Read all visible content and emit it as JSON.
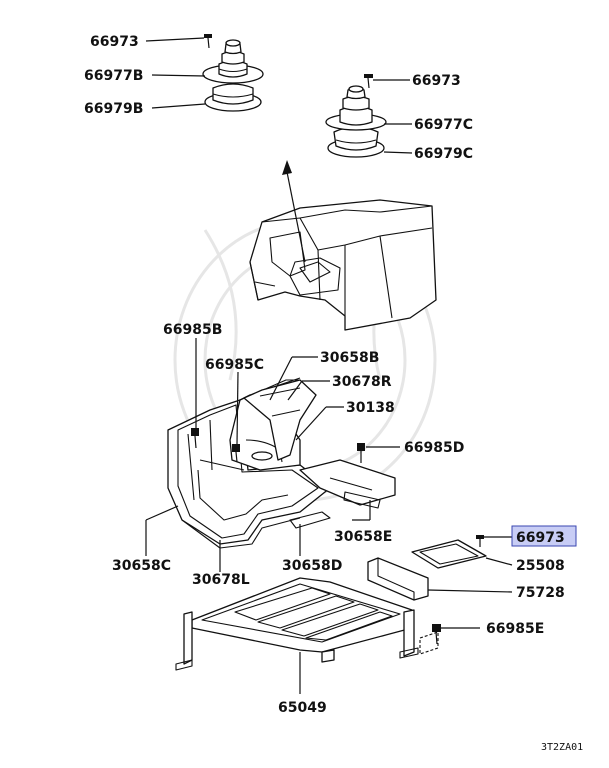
{
  "diagram": {
    "callouts": [
      {
        "id": "c1",
        "text": "66973"
      },
      {
        "id": "c2",
        "text": "66977B"
      },
      {
        "id": "c3",
        "text": "66979B"
      },
      {
        "id": "c4",
        "text": "66973"
      },
      {
        "id": "c5",
        "text": "66977C"
      },
      {
        "id": "c6",
        "text": "66979C"
      },
      {
        "id": "c7",
        "text": "66985B"
      },
      {
        "id": "c8",
        "text": "66985C"
      },
      {
        "id": "c9",
        "text": "30658B"
      },
      {
        "id": "c10",
        "text": "30678R"
      },
      {
        "id": "c11",
        "text": "30138"
      },
      {
        "id": "c12",
        "text": "66985D"
      },
      {
        "id": "c13",
        "text": "30658E"
      },
      {
        "id": "c14",
        "text": "66973"
      },
      {
        "id": "c15",
        "text": "25508"
      },
      {
        "id": "c16",
        "text": "75728"
      },
      {
        "id": "c17",
        "text": "66985E"
      },
      {
        "id": "c18",
        "text": "30658C"
      },
      {
        "id": "c19",
        "text": "30678L"
      },
      {
        "id": "c20",
        "text": "30658D"
      },
      {
        "id": "c21",
        "text": "65049"
      }
    ],
    "highlight": {
      "callout": "c14",
      "fill": "#c8cdf5",
      "stroke": "#3a46b0"
    },
    "figure_code": "3T2ZA01"
  }
}
